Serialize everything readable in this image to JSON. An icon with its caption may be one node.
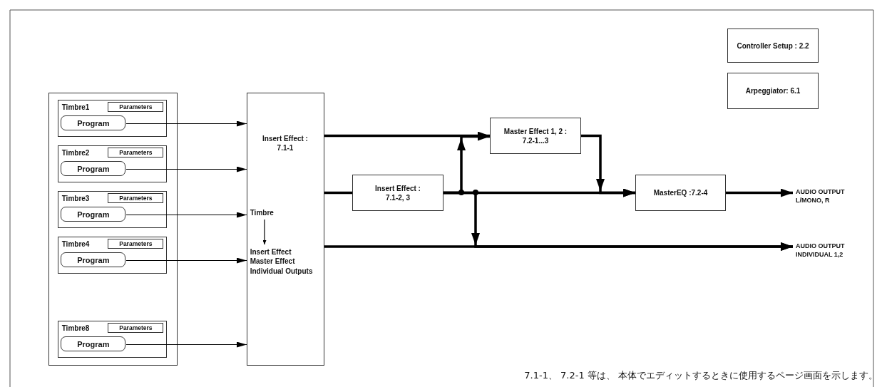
{
  "diagram": {
    "nodes": [
      {
        "text": [],
        "shape": "box"
      },
      {
        "text": [
          "Timbre1"
        ],
        "in": 0
      },
      {
        "text": [
          "Parameters"
        ],
        "in": 1
      },
      {
        "text": [
          "Program"
        ],
        "in": 1
      },
      {
        "text": [
          "Timbre2"
        ],
        "in": 0
      },
      {
        "text": [
          "Parameters"
        ],
        "in": 4
      },
      {
        "text": [
          "Program"
        ],
        "in": 4
      },
      {
        "text": [
          "Timbre3"
        ],
        "in": 0
      },
      {
        "text": [
          "Parameters"
        ],
        "in": 7
      },
      {
        "text": [
          "Program"
        ],
        "in": 7
      },
      {
        "text": [
          "Timbre4"
        ],
        "in": 0
      },
      {
        "text": [
          "Parameters"
        ],
        "in": 10
      },
      {
        "text": [
          "Program"
        ],
        "in": 10
      },
      {
        "text": [
          "Timbre8"
        ],
        "in": 0
      },
      {
        "text": [
          "Parameters"
        ],
        "in": 13
      },
      {
        "text": [
          "Program"
        ],
        "in": 13
      },
      {
        "text": [
          "Insert Effect : 7.1-1"
        ]
      },
      {
        "text": [
          "Timbre"
        ],
        "in": 16
      },
      {
        "text": [
          "Insert Effect Master Effect Individual Outputs"
        ],
        "in": 16
      },
      {
        "text": [
          "Master Effect 1, 2 : 7.2-1...3"
        ]
      },
      {
        "text": [
          "Insert Effect : 7.1-2, 3"
        ]
      },
      {
        "text": [
          "MasterEQ :7.2-4"
        ]
      },
      {
        "text": [
          "AUDIO OUTPUT L/MONO, R"
        ]
      },
      {
        "text": [
          "AUDIO OUTPUT INDIVIDUAL 1,2"
        ]
      },
      {
        "text": [
          "Controller Setup : 2.2"
        ]
      },
      {
        "text": [
          "Arpeggiator: 6.1"
        ]
      }
    ],
    "edges": [
      {
        "from": 3,
        "to": 16,
        "arrow": "to"
      },
      {
        "from": 6,
        "to": 16,
        "arrow": "to"
      },
      {
        "from": 9,
        "to": 16,
        "arrow": "to"
      },
      {
        "from": 12,
        "to": 16,
        "arrow": "to"
      },
      {
        "from": 15,
        "to": 16,
        "arrow": "to"
      },
      {
        "from": 16,
        "to": 19,
        "arrow": "to"
      },
      {
        "from": 16,
        "to": 20,
        "arrow": "none"
      },
      {
        "from": 20,
        "to": 21,
        "arrow": "to"
      },
      {
        "from": 20,
        "to": 19,
        "arrow": "to"
      },
      {
        "from": 20,
        "to": 23,
        "arrow": "to"
      },
      {
        "from": 16,
        "to": 23,
        "arrow": "to"
      },
      {
        "from": 19,
        "to": 21,
        "arrow": "to"
      },
      {
        "from": 21,
        "to": 22,
        "arrow": "to"
      },
      {
        "from": 17,
        "to": 18,
        "arrow": "to"
      }
    ],
    "labels": [
      "7.1-1、 7.2-1 等は、 本体でエディットするときに使用するページ画面を示します。"
    ]
  }
}
